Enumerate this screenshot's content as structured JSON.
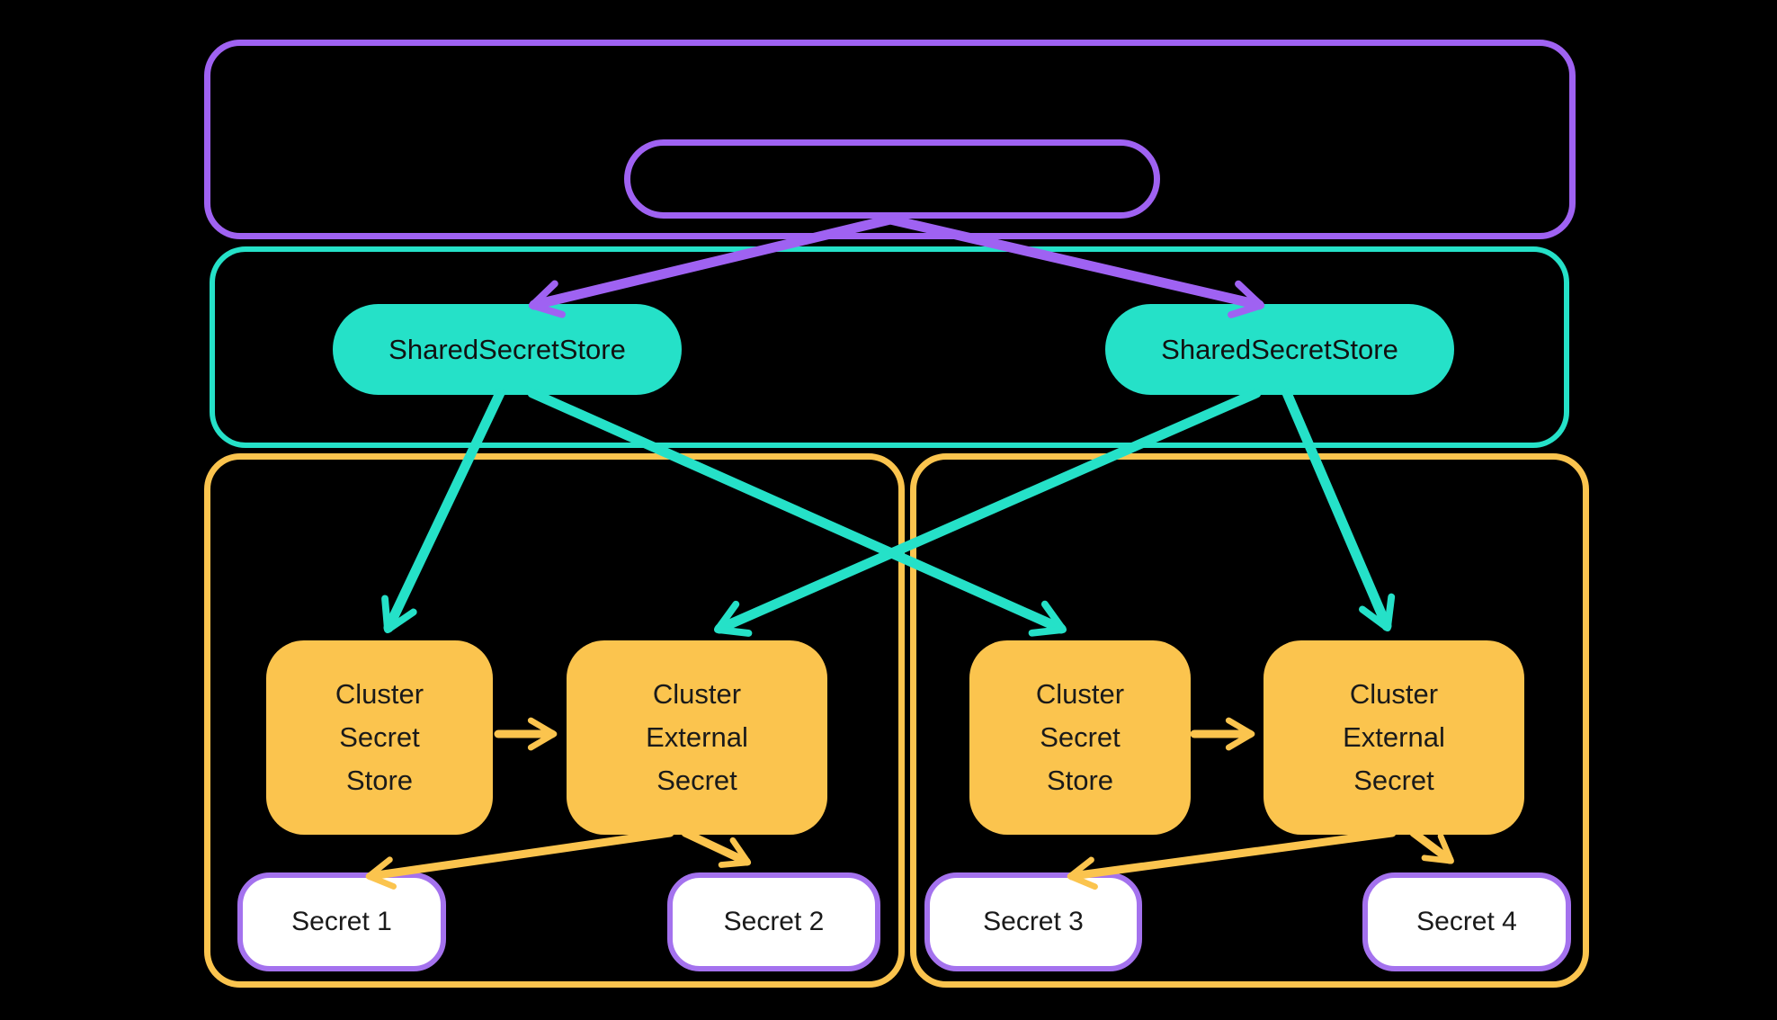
{
  "diagram": {
    "top_container": {
      "label": ""
    },
    "top_pill": {
      "label": ""
    },
    "shared_secret_stores": [
      {
        "label": "SharedSecretStore"
      },
      {
        "label": "SharedSecretStore"
      }
    ],
    "clusters": [
      {
        "secret_store_label": "Cluster\nSecret\nStore",
        "external_secret_label": "Cluster\nExternal\nSecret",
        "secrets": [
          {
            "label": "Secret 1"
          },
          {
            "label": "Secret 2"
          }
        ]
      },
      {
        "secret_store_label": "Cluster\nSecret\nStore",
        "external_secret_label": "Cluster\nExternal\nSecret",
        "secrets": [
          {
            "label": "Secret 3"
          },
          {
            "label": "Secret 4"
          }
        ]
      }
    ],
    "colors": {
      "background": "#000000",
      "purple": "#9F62F2",
      "teal": "#25E1C8",
      "yellow": "#FBC44E",
      "secret_border": "#A472EE",
      "text": "#141414"
    }
  }
}
